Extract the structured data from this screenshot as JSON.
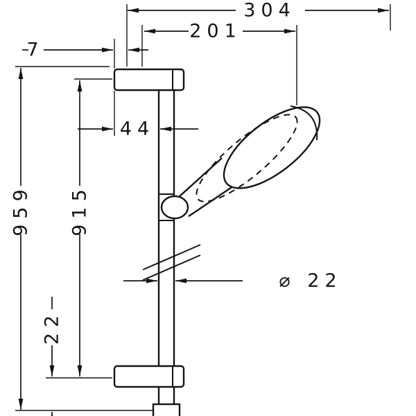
{
  "drawing": {
    "background_color": "#ffffff",
    "line_color": "#141414",
    "labels": {
      "dim_width_overall": "304",
      "dim_width_shower": "201",
      "dim_top_offset": "7",
      "dim_wall_distance": "44",
      "dim_bar_total_length": "959",
      "dim_bar_hole_distance": "915",
      "dim_bottom_offset": "22",
      "dim_bar_diameter": "⌀ 22"
    }
  }
}
